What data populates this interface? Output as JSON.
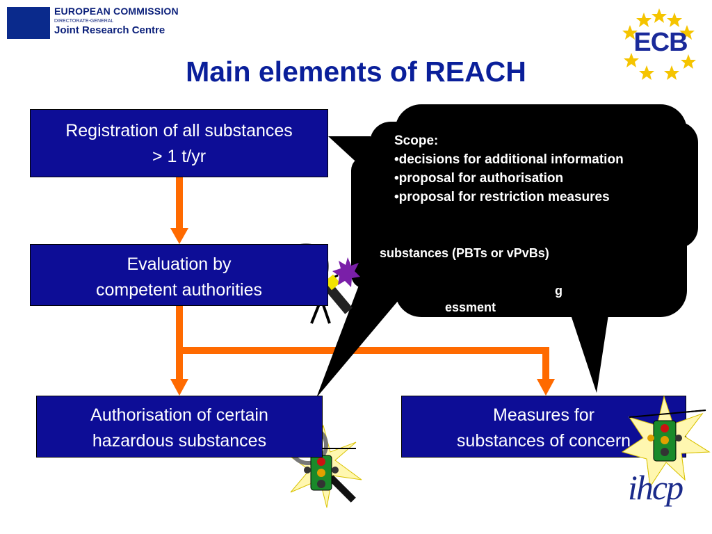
{
  "header": {
    "ec_line1": "EUROPEAN COMMISSION",
    "ec_line2": "DIRECTORATE-GENERAL",
    "ec_line3": "Joint Research Centre",
    "ecb_logo_text": "ECB",
    "ihcp_logo_text": "ihcp"
  },
  "title": "Main elements of REACH",
  "boxes": {
    "registration": [
      "Registration of all substances",
      "> 1 t/yr"
    ],
    "evaluation": [
      "Evaluation by",
      "competent authorities"
    ],
    "authorisation": [
      "Authorisation of certain",
      "hazardous substances"
    ],
    "measures": [
      "Measures for",
      "substances of concern"
    ]
  },
  "callout_front": {
    "heading": "Scope:",
    "items": [
      "•decisions for additional information",
      "•proposal for authorisation",
      "•proposal for restriction measures"
    ]
  },
  "callout_back_partial": {
    "line1": "substances (PBTs or vPvBs)",
    "line2": "g",
    "line3": "essment"
  },
  "colors": {
    "box_fill": "#0d0d96",
    "title": "#0a1f9a",
    "arrow": "#ff6a00",
    "callout": "#000000"
  }
}
